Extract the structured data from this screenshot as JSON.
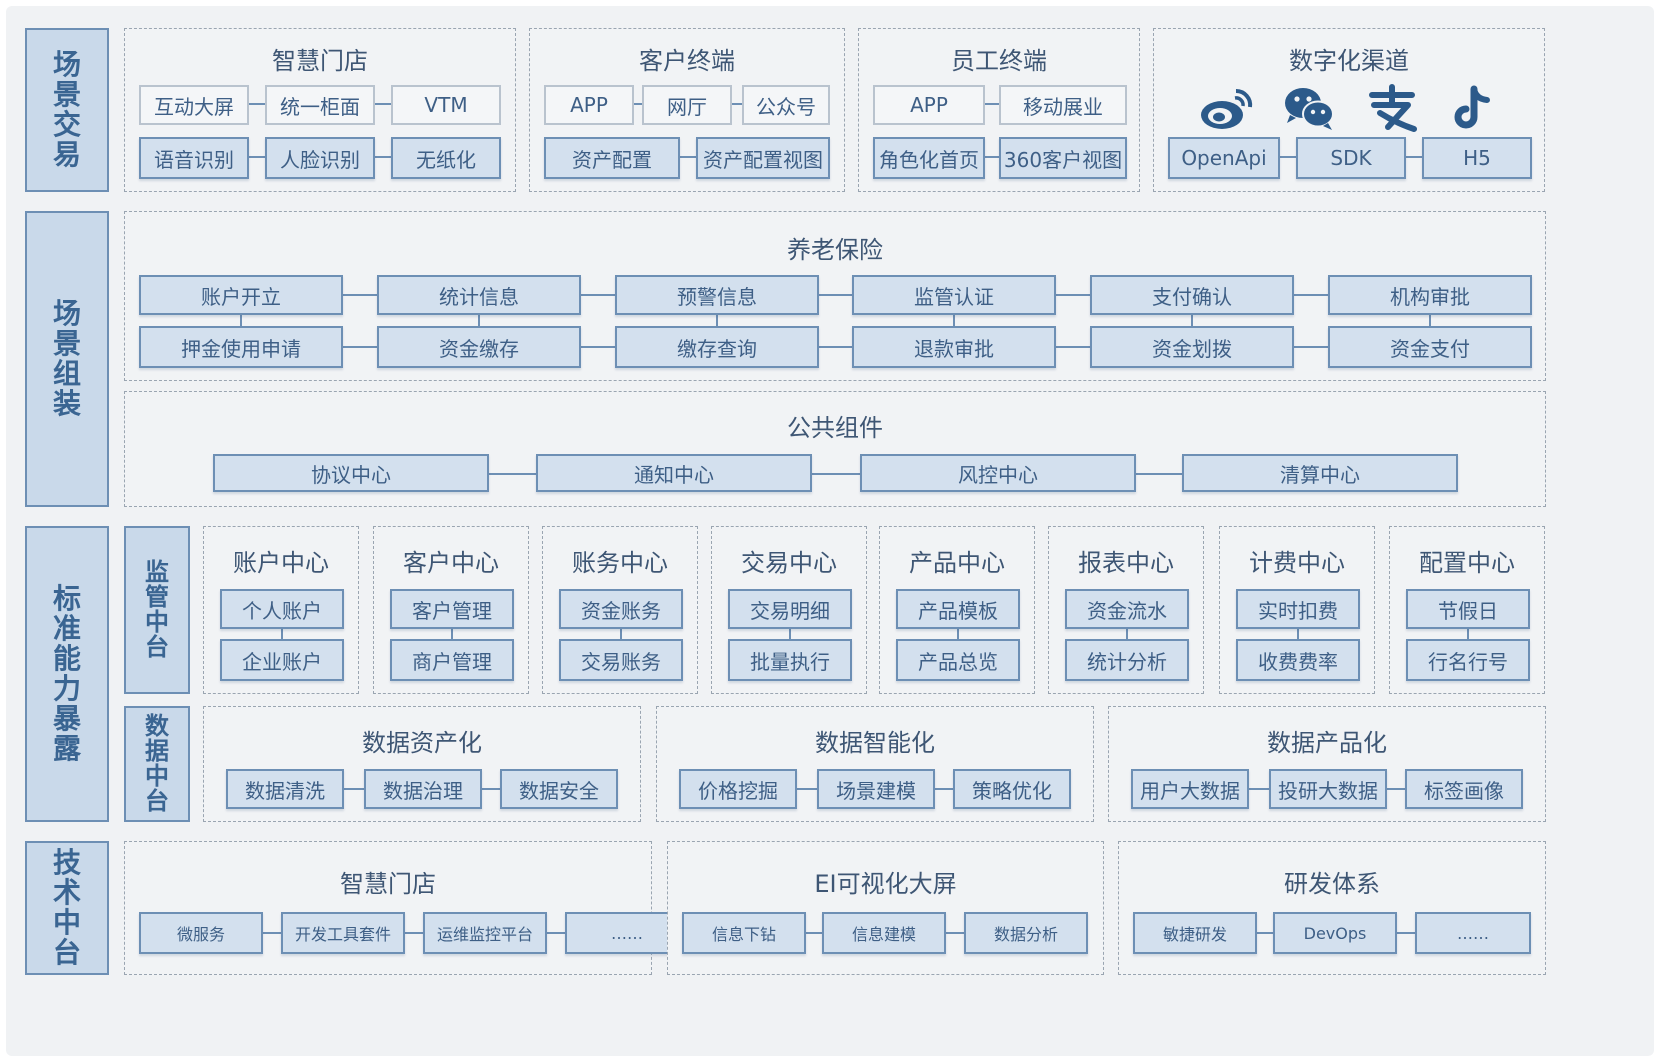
{
  "side_labels": {
    "scene_trade": "场景交易",
    "scene_assemble": "场景组装",
    "std_capability": "标准能力暴露",
    "tech_platform": "技术中台",
    "regulation_platform": "监管中台",
    "data_platform": "数据中台"
  },
  "scene_trade": {
    "smart_store": {
      "title": "智慧门店",
      "row1": [
        "互动大屏",
        "统一柜面",
        "VTM"
      ],
      "row2": [
        "语音识别",
        "人脸识别",
        "无纸化"
      ]
    },
    "customer_terminal": {
      "title": "客户终端",
      "row1": [
        "APP",
        "网厅",
        "公众号"
      ],
      "row2": [
        "资产配置",
        "资产配置视图"
      ]
    },
    "employee_terminal": {
      "title": "员工终端",
      "row1": [
        "APP",
        "移动展业"
      ],
      "row2": [
        "角色化首页",
        "360客户视图"
      ]
    },
    "digital_channels": {
      "title": "数字化渠道",
      "icons": [
        "weibo-icon",
        "wechat-icon",
        "alipay-icon",
        "tiktok-icon"
      ],
      "row2": [
        "OpenApi",
        "SDK",
        "H5"
      ]
    }
  },
  "pension": {
    "title": "养老保险",
    "row1": [
      "账户开立",
      "统计信息",
      "预警信息",
      "监管认证",
      "支付确认",
      "机构审批"
    ],
    "row2": [
      "押金使用申请",
      "资金缴存",
      "缴存查询",
      "退款审批",
      "资金划拨",
      "资金支付"
    ]
  },
  "common": {
    "title": "公共组件",
    "items": [
      "协议中心",
      "通知中心",
      "风控中心",
      "清算中心"
    ]
  },
  "centers": [
    {
      "title": "账户中心",
      "items": [
        "个人账户",
        "企业账户"
      ]
    },
    {
      "title": "客户中心",
      "items": [
        "客户管理",
        "商户管理"
      ]
    },
    {
      "title": "账务中心",
      "items": [
        "资金账务",
        "交易账务"
      ]
    },
    {
      "title": "交易中心",
      "items": [
        "交易明细",
        "批量执行"
      ]
    },
    {
      "title": "产品中心",
      "items": [
        "产品模板",
        "产品总览"
      ]
    },
    {
      "title": "报表中心",
      "items": [
        "资金流水",
        "统计分析"
      ]
    },
    {
      "title": "计费中心",
      "items": [
        "实时扣费",
        "收费费率"
      ]
    },
    {
      "title": "配置中心",
      "items": [
        "节假日",
        "行名行号"
      ]
    }
  ],
  "data_groups": [
    {
      "title": "数据资产化",
      "items": [
        "数据清洗",
        "数据治理",
        "数据安全"
      ]
    },
    {
      "title": "数据智能化",
      "items": [
        "价格挖掘",
        "场景建模",
        "策略优化"
      ]
    },
    {
      "title": "数据产品化",
      "items": [
        "用户大数据",
        "投研大数据",
        "标签画像"
      ]
    }
  ],
  "tech_groups": [
    {
      "title": "智慧门店",
      "items": [
        "微服务",
        "开发工具套件",
        "运维监控平台",
        "……"
      ]
    },
    {
      "title": "EI可视化大屏",
      "items": [
        "信息下钻",
        "信息建模",
        "数据分析"
      ]
    },
    {
      "title": "研发体系",
      "items": [
        "敏捷研发",
        "DevOps",
        "……"
      ]
    }
  ],
  "colors": {
    "box_fill": "#d3e0ee",
    "box_border": "#6d8fb4",
    "label_fill": "#c9d9ea",
    "panel": "#f1f3f5"
  }
}
